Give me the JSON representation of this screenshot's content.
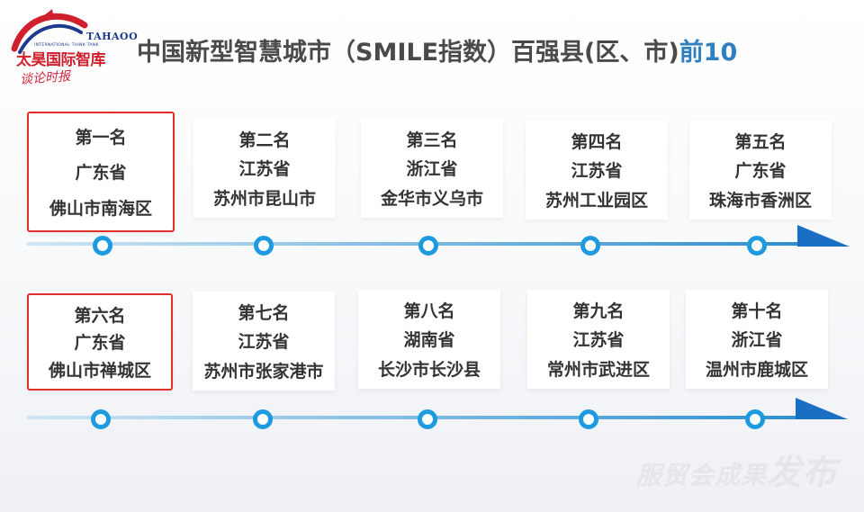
{
  "logo": {
    "en_top": "TAHAOO",
    "cn": "太昊国际智库",
    "en_sub": "INTERNATIONAL THINK TANK",
    "script": "谈论时报"
  },
  "title": {
    "main": "中国新型智慧城市（SMILE指数）百强县(区、市)",
    "accent": "前10"
  },
  "rankings": [
    {
      "rank": "第一名",
      "province": "广东省",
      "city": "佛山市南海区"
    },
    {
      "rank": "第二名",
      "province": "江苏省",
      "city": "苏州市昆山市"
    },
    {
      "rank": "第三名",
      "province": "浙江省",
      "city": "金华市义乌市"
    },
    {
      "rank": "第四名",
      "province": "江苏省",
      "city": "苏州工业园区"
    },
    {
      "rank": "第五名",
      "province": "广东省",
      "city": "珠海市香洲区"
    },
    {
      "rank": "第六名",
      "province": "广东省",
      "city": "佛山市禅城区"
    },
    {
      "rank": "第七名",
      "province": "江苏省",
      "city": "苏州市张家港市"
    },
    {
      "rank": "第八名",
      "province": "湖南省",
      "city": "长沙市长沙县"
    },
    {
      "rank": "第九名",
      "province": "江苏省",
      "city": "常州市武进区"
    },
    {
      "rank": "第十名",
      "province": "浙江省",
      "city": "温州市鹿城区"
    }
  ],
  "watermark": {
    "text": "服贸会成果",
    "big": "发布"
  },
  "colors": {
    "highlight_border": "#e0302a",
    "timeline_blue": "#2f8fd0",
    "node_blue": "#1e9be0",
    "title_accent": "#2f7fc1"
  }
}
